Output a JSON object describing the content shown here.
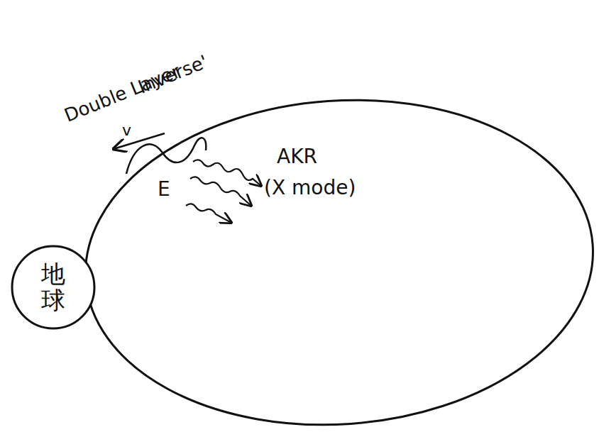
{
  "diagram": {
    "nodes": [
      {
        "text": [
          "地球"
        ]
      }
    ],
    "labels": [
      "Double Layer",
      "v",
      "Inverse'",
      "E",
      "AKR",
      "(X mode)"
    ]
  }
}
